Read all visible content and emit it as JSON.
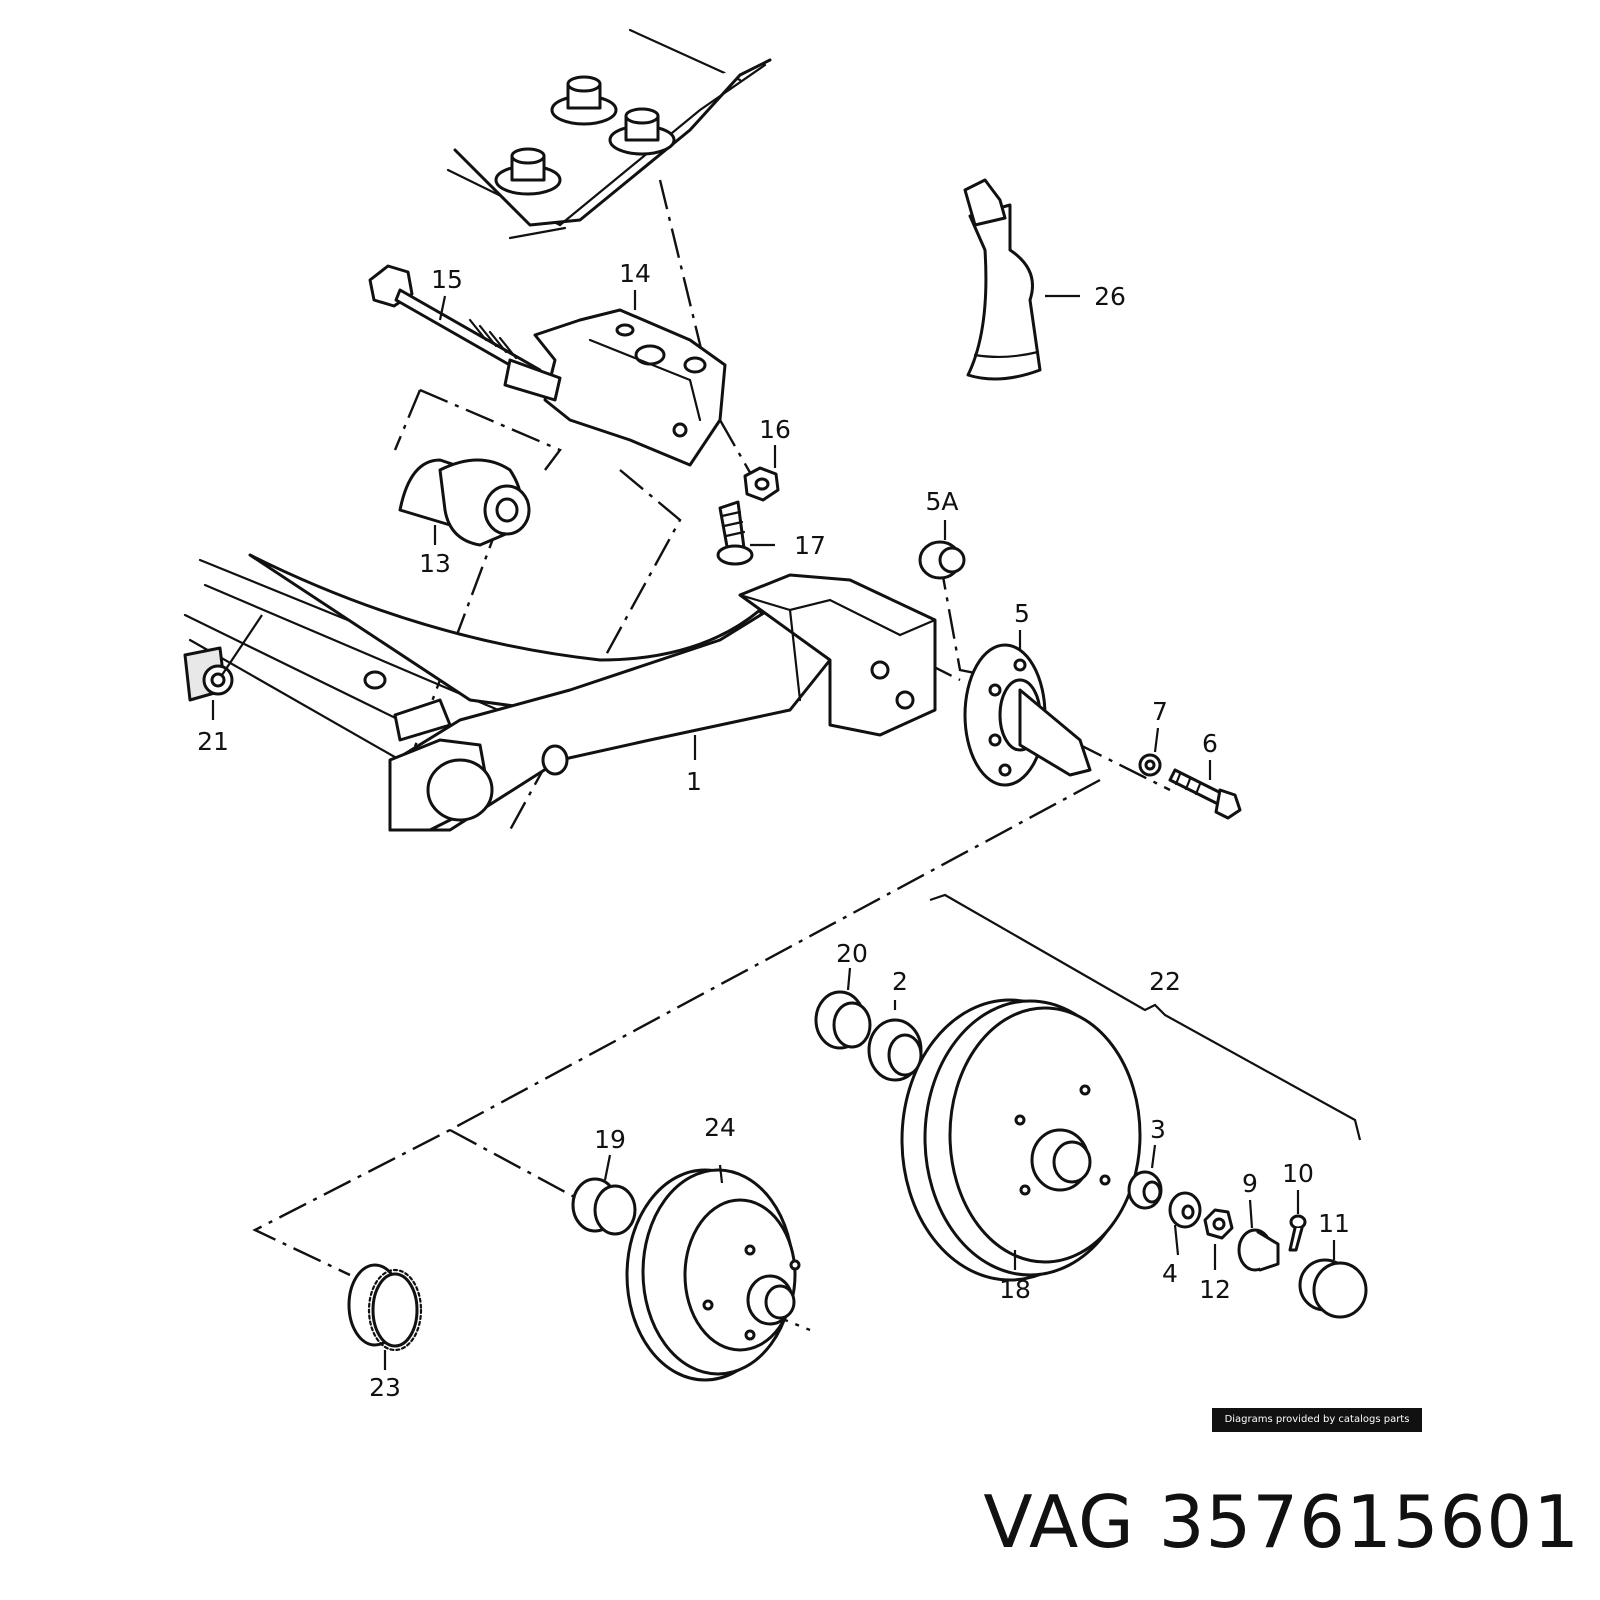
{
  "diagram": {
    "callouts": [
      "1",
      "2",
      "3",
      "4",
      "5",
      "5A",
      "6",
      "7",
      "9",
      "10",
      "11",
      "12",
      "13",
      "14",
      "15",
      "16",
      "17",
      "18",
      "19",
      "20",
      "21",
      "22",
      "23",
      "24",
      "26"
    ]
  },
  "credit": "Diagrams provided by catalogs parts",
  "title": {
    "brand": "VAG",
    "part_number": "357615601"
  }
}
